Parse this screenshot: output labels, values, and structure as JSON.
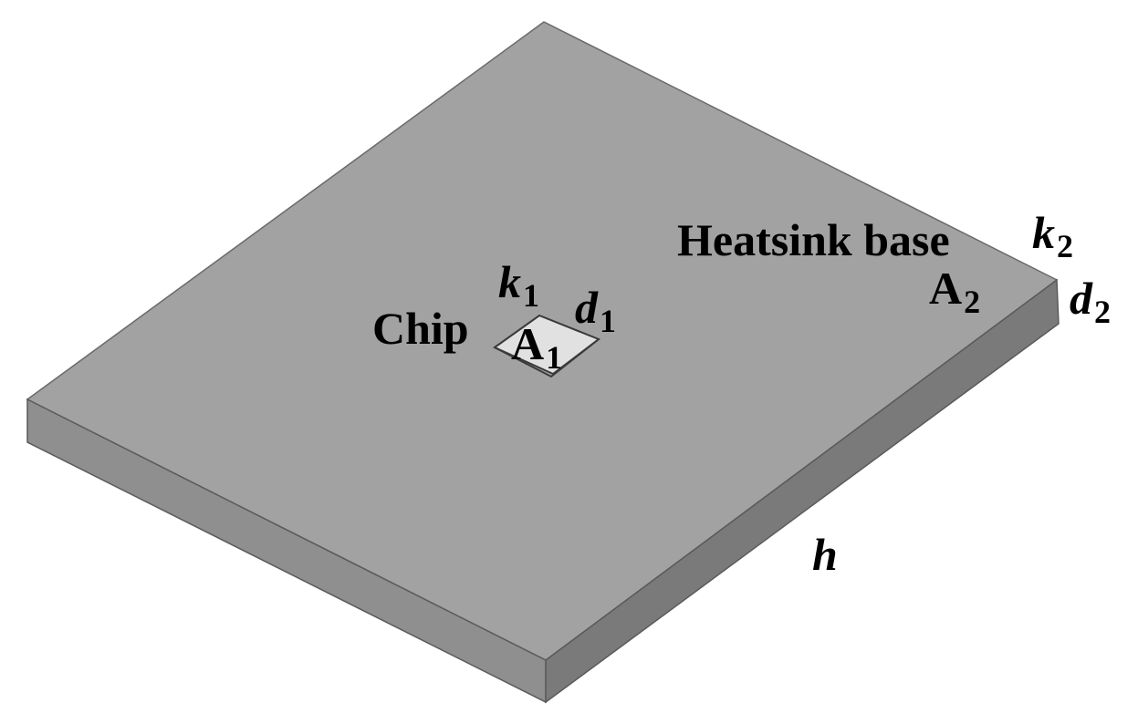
{
  "diagram": {
    "labels": {
      "chip": "Chip",
      "heatsink_base": "Heatsink base",
      "k1": {
        "symbol": "k",
        "subscript": "1"
      },
      "d1": {
        "symbol": "d",
        "subscript": "1"
      },
      "a1": {
        "symbol": "A",
        "subscript": "1"
      },
      "k2": {
        "symbol": "k",
        "subscript": "2"
      },
      "d2": {
        "symbol": "d",
        "subscript": "2"
      },
      "a2": {
        "symbol": "A",
        "subscript": "2"
      },
      "h": "h"
    },
    "colors": {
      "plate_top": "#a2a2a2",
      "plate_front_left": "#8f8f8f",
      "plate_front_right": "#7a7a7a",
      "edge": "#5a5a5a",
      "chip_top": "#e1e1e1",
      "chip_edge": "#3a3a3a",
      "text": "#000000"
    }
  }
}
